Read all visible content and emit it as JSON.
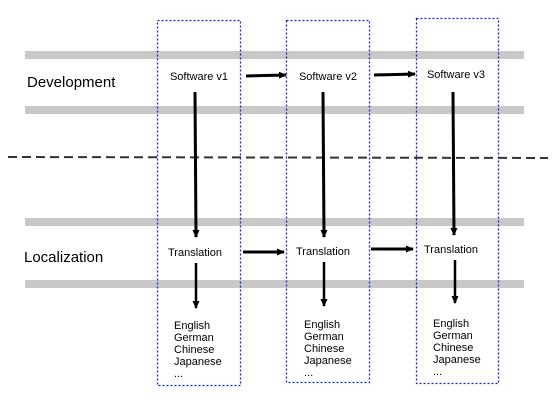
{
  "tracks": [
    {
      "id": "development",
      "label": "Development"
    },
    {
      "id": "localization",
      "label": "Localization"
    }
  ],
  "versions": [
    {
      "software": "Software v1",
      "translation": "Translation",
      "languages": [
        "English",
        "German",
        "Chinese",
        "Japanese",
        "..."
      ]
    },
    {
      "software": "Software v2",
      "translation": "Translation",
      "languages": [
        "English",
        "German",
        "Chinese",
        "Japanese",
        "..."
      ]
    },
    {
      "software": "Software v3",
      "translation": "Translation",
      "languages": [
        "English",
        "German",
        "Chinese",
        "Japanese",
        "..."
      ]
    }
  ],
  "colors": {
    "band": "#c8c8c8",
    "column_border": "#1a22cc",
    "arrow": "#000000",
    "divider": "#333333",
    "text": "#000000"
  }
}
